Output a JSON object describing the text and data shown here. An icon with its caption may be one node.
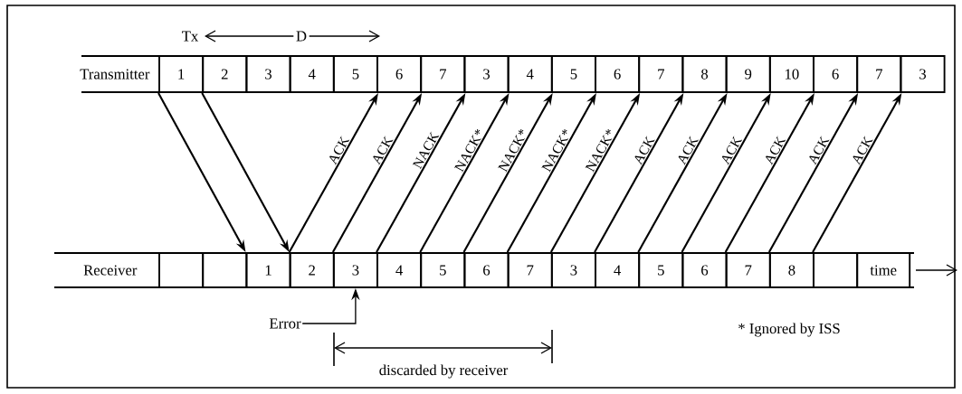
{
  "diagram": {
    "nodes": [
      {
        "text": [
          "1"
        ]
      },
      {
        "text": [
          "2"
        ]
      },
      {
        "text": [
          "3"
        ]
      },
      {
        "text": [
          "4"
        ]
      },
      {
        "text": [
          "5"
        ]
      },
      {
        "text": [
          "6"
        ]
      },
      {
        "text": [
          "7"
        ]
      },
      {
        "text": [
          "3"
        ]
      },
      {
        "text": [
          "4"
        ]
      },
      {
        "text": [
          "5"
        ]
      },
      {
        "text": [
          "6"
        ]
      },
      {
        "text": [
          "7"
        ]
      },
      {
        "text": [
          "8"
        ]
      },
      {
        "text": [
          "9"
        ]
      },
      {
        "text": [
          "10"
        ]
      },
      {
        "text": [
          "6"
        ]
      },
      {
        "text": [
          "7"
        ]
      },
      {
        "text": [
          "3"
        ]
      },
      {
        "text": [],
        "shape": "box"
      },
      {
        "text": [],
        "shape": "box"
      },
      {
        "text": [
          "1"
        ]
      },
      {
        "text": [
          "2"
        ]
      },
      {
        "text": [
          "3"
        ]
      },
      {
        "text": [
          "4"
        ]
      },
      {
        "text": [
          "5"
        ]
      },
      {
        "text": [
          "6"
        ]
      },
      {
        "text": [
          "7"
        ]
      },
      {
        "text": [
          "3"
        ]
      },
      {
        "text": [
          "4"
        ]
      },
      {
        "text": [
          "5"
        ]
      },
      {
        "text": [
          "6"
        ]
      },
      {
        "text": [
          "7"
        ]
      },
      {
        "text": [
          "8"
        ]
      },
      {
        "text": [],
        "shape": "box"
      },
      {
        "text": [
          "time"
        ]
      },
      {
        "text": [
          "Error"
        ]
      }
    ],
    "edges": [
      {
        "from": 0,
        "to": 20,
        "arrow": "to"
      },
      {
        "from": 1,
        "to": 21,
        "arrow": "to"
      },
      {
        "from": 21,
        "to": 4,
        "arrow": "to",
        "label": "ACK"
      },
      {
        "from": 22,
        "to": 5,
        "arrow": "to",
        "label": "ACK"
      },
      {
        "from": 23,
        "to": 6,
        "arrow": "to",
        "label": "NACK"
      },
      {
        "from": 24,
        "to": 7,
        "arrow": "to",
        "label": "NACK*"
      },
      {
        "from": 25,
        "to": 8,
        "arrow": "to",
        "label": "NACK*"
      },
      {
        "from": 26,
        "to": 9,
        "arrow": "to",
        "label": "NACK*"
      },
      {
        "from": 27,
        "to": 10,
        "arrow": "to",
        "label": "NACK*"
      },
      {
        "from": 28,
        "to": 11,
        "arrow": "to",
        "label": "ACK"
      },
      {
        "from": 29,
        "to": 12,
        "arrow": "to",
        "label": "ACK"
      },
      {
        "from": 30,
        "to": 13,
        "arrow": "to",
        "label": "ACK"
      },
      {
        "from": 31,
        "to": 14,
        "arrow": "to",
        "label": "ACK"
      },
      {
        "from": 32,
        "to": 15,
        "arrow": "to",
        "label": "ACK"
      },
      {
        "from": 33,
        "to": 16,
        "arrow": "to",
        "label": "ACK"
      },
      {
        "from": 35,
        "to": 22,
        "arrow": "to"
      }
    ],
    "labels": [
      "Tx",
      "D",
      "Transmitter",
      "Receiver",
      "discarded by receiver",
      "* Ignored by ISS"
    ]
  }
}
